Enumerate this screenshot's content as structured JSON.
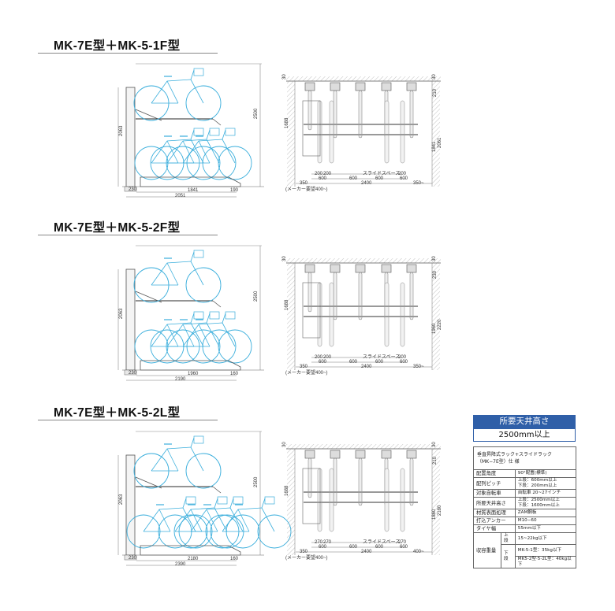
{
  "sections": [
    {
      "title": "MK-7E型＋MK-5-1F型",
      "side": {
        "pole_height": "2063",
        "ceiling": "2500",
        "base": "230",
        "span": "1841",
        "tail": "190",
        "total": "2051"
      },
      "front": {
        "top_left": "30",
        "top_right": "30",
        "upper": "1688",
        "right_1": "210",
        "right_2": "1841",
        "right_3": "2061",
        "row1": [
          "200",
          "200",
          "スライドスペース",
          "200"
        ],
        "row2": [
          "600",
          "600",
          "600",
          "600"
        ],
        "left": "350",
        "total": "2400",
        "right": "350~",
        "note": "(メーカー要望400~)"
      }
    },
    {
      "title": "MK-7E型＋MK-5-2F型",
      "side": {
        "pole_height": "2063",
        "ceiling": "2500",
        "base": "230",
        "span": "1960",
        "tail": "160",
        "total": "2190"
      },
      "front": {
        "top_left": "30",
        "top_right": "30",
        "upper": "1688",
        "right_1": "230",
        "right_2": "1960",
        "right_3": "2220",
        "row1": [
          "200",
          "200",
          "スライドスペース",
          "200"
        ],
        "row2": [
          "600",
          "600",
          "600",
          "600"
        ],
        "left": "350",
        "total": "2400",
        "right": "350~",
        "note": "(メーカー要望400~)"
      }
    },
    {
      "title": "MK-7E型＋MK-5-2L型",
      "side": {
        "pole_height": "2063",
        "ceiling": "2500",
        "base": "230",
        "span": "2180",
        "tail": "160",
        "total": "2390"
      },
      "front": {
        "top_left": "30",
        "top_right": "30",
        "upper": "1688",
        "right_1": "210",
        "right_2": "1860",
        "right_3": "2180",
        "row1": [
          "270",
          "270",
          "スライドスペース",
          "270"
        ],
        "row2": [
          "600",
          "600",
          "600",
          "600"
        ],
        "left": "350",
        "total": "2400",
        "right": "400~",
        "note": "(メーカー要望400~)"
      }
    }
  ],
  "requirement": {
    "heading": "所要天井高さ",
    "value": "2500mm以上"
  },
  "spec": {
    "title_1": "垂直昇降式ラック+スライドラック",
    "title_2": "（MK−7E型）仕 様",
    "rows": [
      {
        "label": "配置角度",
        "value": "90°配置(標準)"
      },
      {
        "label": "配列ピッチ",
        "value": "上段：600mm以上",
        "value2": "下段：200mm以上"
      },
      {
        "label": "対象自転車",
        "value": "自転車 20~27インチ"
      },
      {
        "label": "所要天井高さ",
        "value": "上段：2500mm以上",
        "value2": "下段：1600mm以上"
      },
      {
        "label": "材質表面処理",
        "value": "ZAM鋼板"
      },
      {
        "label": "打込アンカー",
        "value": "M10−60"
      },
      {
        "label": "タイヤ幅",
        "value": "55mm以下"
      }
    ],
    "capacity": {
      "label": "収容重量",
      "upper": "上段",
      "upper_value": "15~22kg以下",
      "lower": "下段",
      "lower_value_1": "MK-5-1型：35kg以下",
      "lower_value_2": "MK5-2型·5-2L型：40kg以下"
    }
  },
  "colors": {
    "bike": "#3aaedc",
    "frame": "#555555",
    "accent": "#2f5fa8"
  }
}
